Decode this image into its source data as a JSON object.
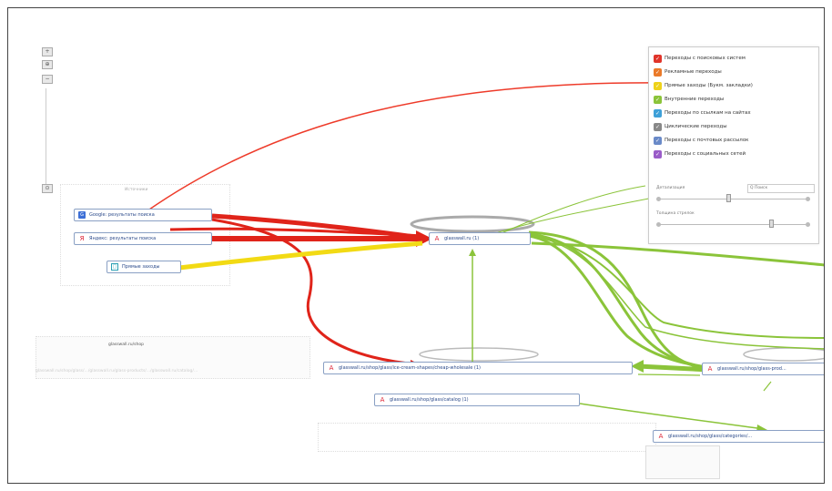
{
  "title": "",
  "groups": {
    "sources_label": "Источники",
    "site_label": "glasswall.ru/shop",
    "bottom_row_text": "glasswall.ru/shop/glass/.../glasswall.ru/glass-products/.../glasswall.ru/catalog/..."
  },
  "nodes": {
    "google": "Google: результаты поиска",
    "yandex": "Яндекс: результаты поиска",
    "direct": "Прямые заходы",
    "main": "glasswall.ru (1)",
    "category": "glasswall.ru/shop/glass/ice-cream-shapes/cheap-wholesale (1)",
    "right": "glasswall.ru/shop/glass-prod...",
    "child": "glasswall.ru/shop/glass/catalog (1)",
    "bottom_right": "glasswall.ru/shop/glass/categories/..."
  },
  "legend": {
    "items": [
      {
        "label": "Переходы с поисковых систем",
        "color": "#e0342a",
        "mark": "✓"
      },
      {
        "label": "Рекламные переходы",
        "color": "#ea7a2a",
        "mark": "✓"
      },
      {
        "label": "Прямые заходы (Букм. закладки)",
        "color": "#eed21a",
        "mark": "✓"
      },
      {
        "label": "Внутренние переходы",
        "color": "#8bc43a",
        "mark": "✓"
      },
      {
        "label": "Переходы по ссылкам на сайтах",
        "color": "#3ea0d8",
        "mark": "✓"
      },
      {
        "label": "Циклические переходы",
        "color": "#888888",
        "mark": "✓"
      },
      {
        "label": "Переходы с почтовых рассылок",
        "color": "#6a8ac8",
        "mark": "✓"
      },
      {
        "label": "Переходы с социальных сетей",
        "color": "#9a5cc8",
        "mark": "✓"
      }
    ],
    "detail_label": "Детализация",
    "search_placeholder": "Q Поиск",
    "size_label": "Толщина стрелок"
  },
  "colors": {
    "search": "#e0342a",
    "direct": "#eed21a",
    "internal": "#8bc43a",
    "cycle": "#999999"
  },
  "zoom_controls": [
    "+",
    "⊕",
    "−",
    "⊙"
  ]
}
